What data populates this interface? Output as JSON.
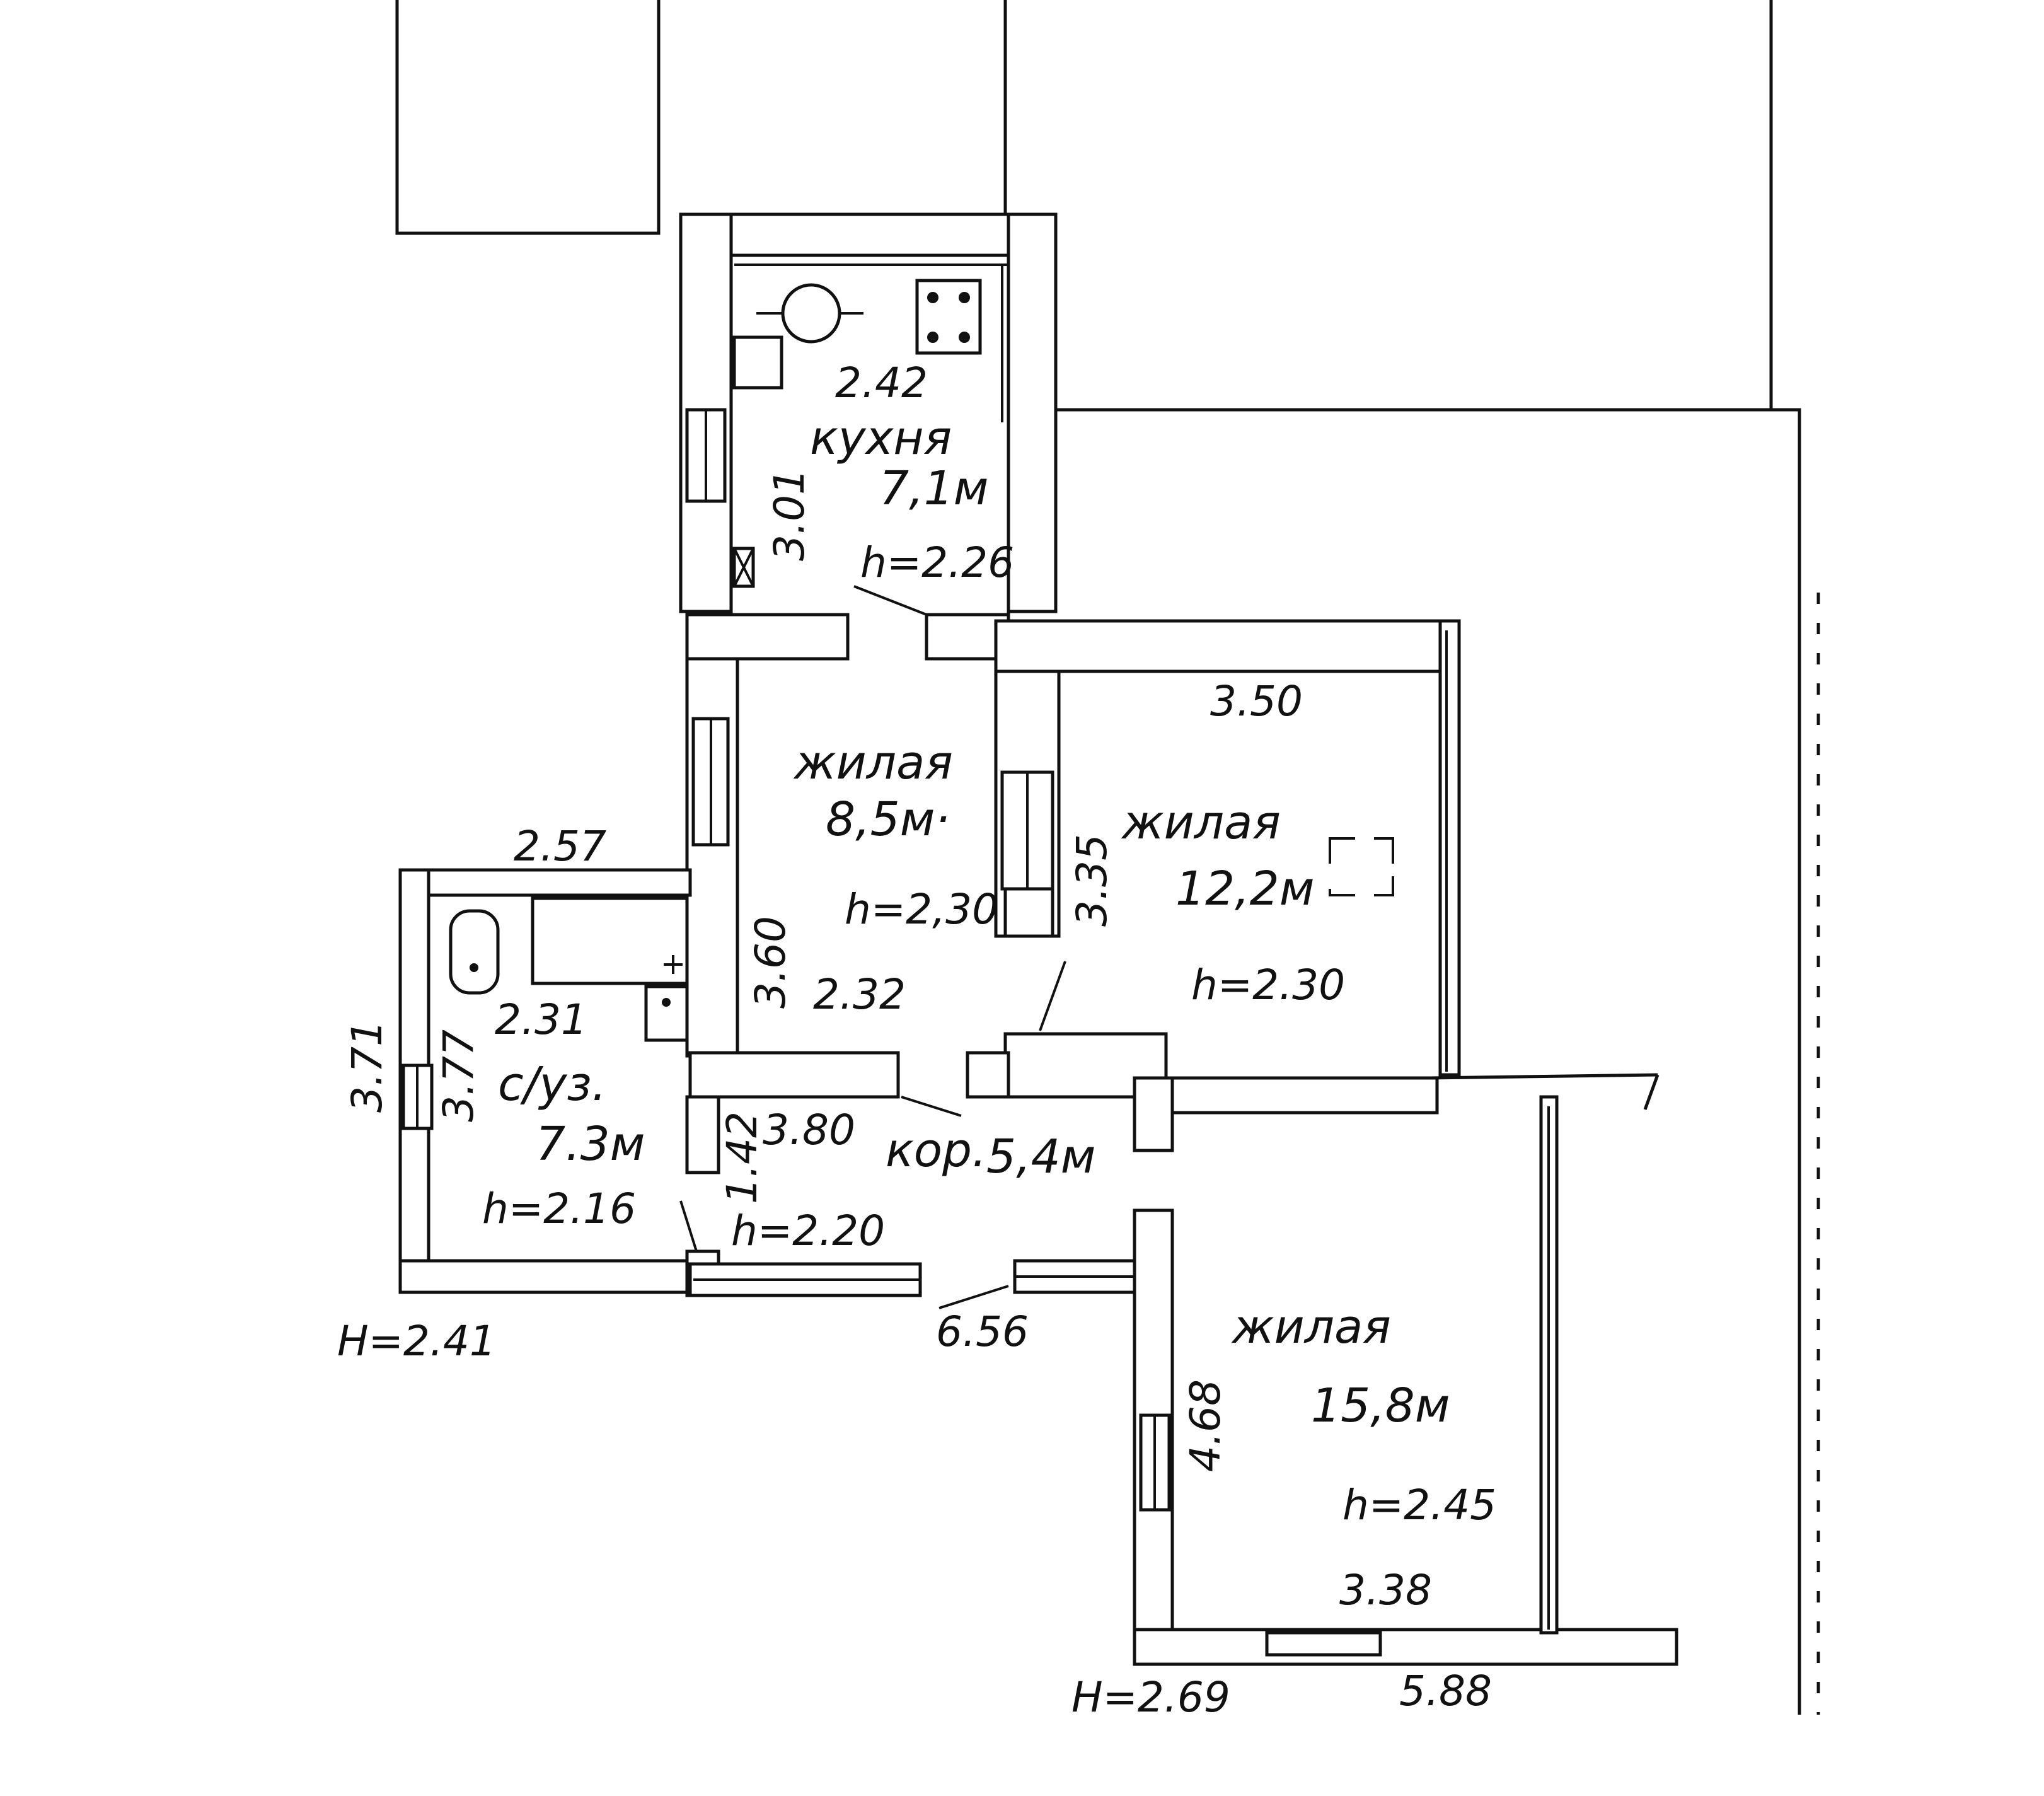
{
  "rooms": {
    "kitchen": {
      "name": "кухня",
      "area": "7,1м",
      "height": "h=2.26",
      "width": "2.42",
      "length": "3.01"
    },
    "living_1": {
      "name": "жилая",
      "area": "8,5м·",
      "height": "h=2,30",
      "width": "2.32",
      "length": "3.60"
    },
    "living_2": {
      "name": "жилая",
      "area": "12,2м",
      "height": "h=2.30",
      "width": "3.50",
      "length": "3.35"
    },
    "bathroom": {
      "name": "с/уз.",
      "area": "7.3м",
      "height": "h=2.16",
      "width": "2.31",
      "length": "3.77"
    },
    "corridor": {
      "name": "кор.",
      "area": "5,4м",
      "height": "h=2.20",
      "width": "3.80",
      "length": "1.42"
    },
    "living_3": {
      "name": "жилая",
      "area": "15,8м",
      "height": "h=2.45",
      "width": "3.38",
      "length": "4.68"
    }
  },
  "outer": {
    "width_left": "2.57",
    "height_left": "3.71",
    "level_left": "H=2.41",
    "level_right": "H=2.69",
    "length_bottom": "6.56",
    "length_right": "5.88"
  },
  "colors": {
    "ink": "#111111",
    "paper": "#ffffff"
  }
}
